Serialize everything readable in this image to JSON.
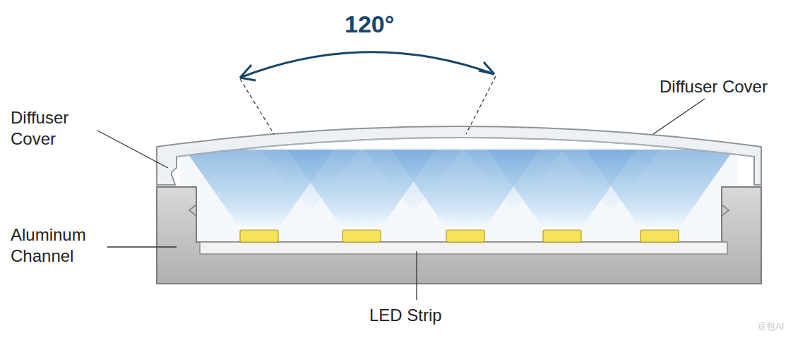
{
  "diagram": {
    "labels": [
      "120°",
      "Diffuser Cover",
      "Diffuser Cover",
      "Aluminum Channel",
      "LED Strip",
      "豆包AI"
    ]
  }
}
